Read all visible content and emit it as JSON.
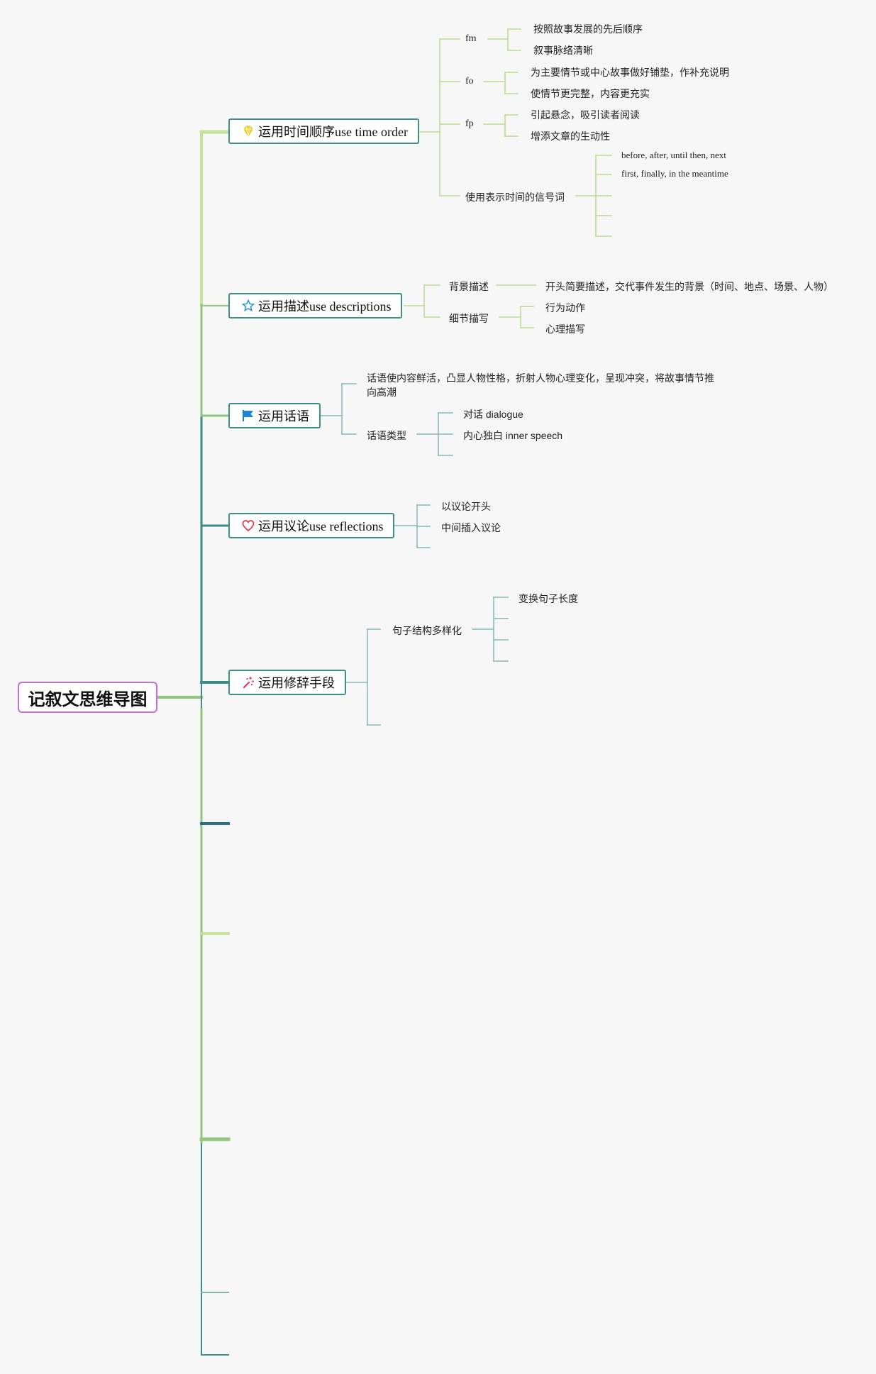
{
  "root": {
    "label": "记叙文思维导图"
  },
  "topics": [
    {
      "label": "运用时间顺序use time order",
      "icon": "diamond-icon",
      "children": [
        {
          "label": "fm",
          "children": [
            "按照故事发展的先后顺序",
            "叙事脉络清晰"
          ]
        },
        {
          "label": "fo",
          "children": [
            "为主要情节或中心故事做好铺垫，作补充说明",
            "使情节更完整，内容更充实"
          ]
        },
        {
          "label": "fp",
          "children": [
            "引起悬念，吸引读者阅读",
            "增添文章的生动性"
          ]
        },
        {
          "label": "使用表示时间的信号词",
          "children": [
            "before, after, until then, next",
            "first, finally, in the meantime",
            "",
            "",
            ""
          ]
        }
      ]
    },
    {
      "label": "运用描述use descriptions",
      "icon": "star-icon",
      "children": [
        {
          "label": "背景描述",
          "children": [
            "开头简要描述，交代事件发生的背景（时间、地点、场景、人物）"
          ]
        },
        {
          "label": "细节描写",
          "children": [
            "行为动作",
            "心理描写"
          ]
        }
      ]
    },
    {
      "label": "运用话语",
      "icon": "flag-icon",
      "children": [
        {
          "label": "话语使内容鲜活，凸显人物性格，折射人物心理变化，呈现冲突，将故事情节推向高潮",
          "children": []
        },
        {
          "label": "话语类型",
          "children": [
            "对话 dialogue",
            "内心独白 inner speech",
            ""
          ]
        }
      ]
    },
    {
      "label": "运用议论use reflections",
      "icon": "heart-icon",
      "children": [
        {
          "label": "以议论开头",
          "children": []
        },
        {
          "label": "中间插入议论",
          "children": []
        },
        {
          "label": "",
          "children": []
        }
      ]
    },
    {
      "label": "运用修辞手段",
      "icon": "sparkle-icon",
      "children": [
        {
          "label": "句子结构多样化",
          "children": [
            "变换句子长度",
            "",
            "",
            ""
          ]
        },
        {
          "label": "",
          "children": []
        }
      ]
    }
  ],
  "empty_branches": 5,
  "colors": {
    "root_border": "#c86dd7",
    "topic_border": "#3f8f86",
    "branch_light_green": "#c5e39a",
    "branch_green": "#8fc47a",
    "branch_teal": "#3d8b88",
    "branch_dark_teal": "#2a6f86",
    "leaf_line_green": "#b9dc90",
    "leaf_line_teal": "#82b8b6"
  }
}
